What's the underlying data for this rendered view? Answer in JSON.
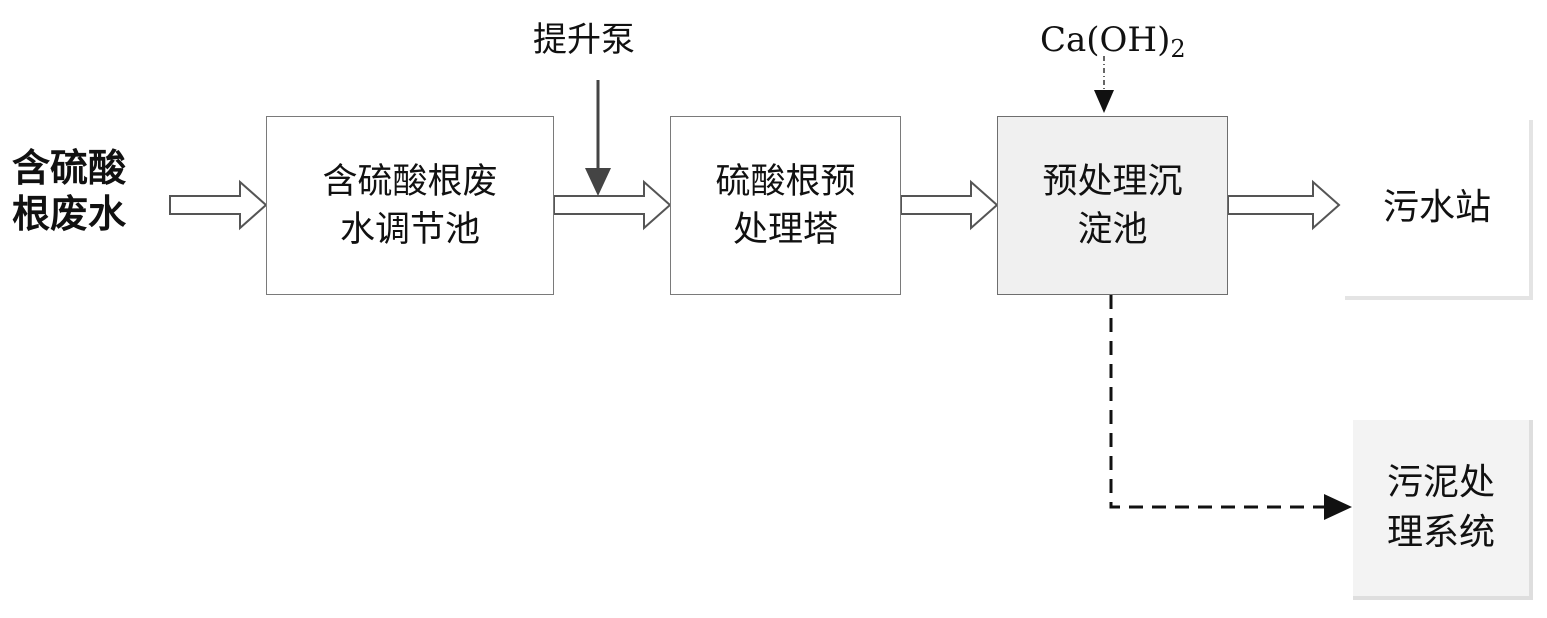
{
  "input": {
    "line1": "含硫酸",
    "line2": "根废水"
  },
  "process_boxes": [
    {
      "line1": "含硫酸根废",
      "line2": "水调节池"
    },
    {
      "line1": "硫酸根预",
      "line2": "处理塔"
    },
    {
      "line1": "预处理沉",
      "line2": "淀池"
    }
  ],
  "pump": {
    "label": "提升泵"
  },
  "reagent": {
    "formula": "Ca(OH)",
    "subscript": "2"
  },
  "destinations": {
    "station": {
      "label": "污水站"
    },
    "sludge": {
      "line1": "污泥处",
      "line2": "理系统"
    }
  }
}
